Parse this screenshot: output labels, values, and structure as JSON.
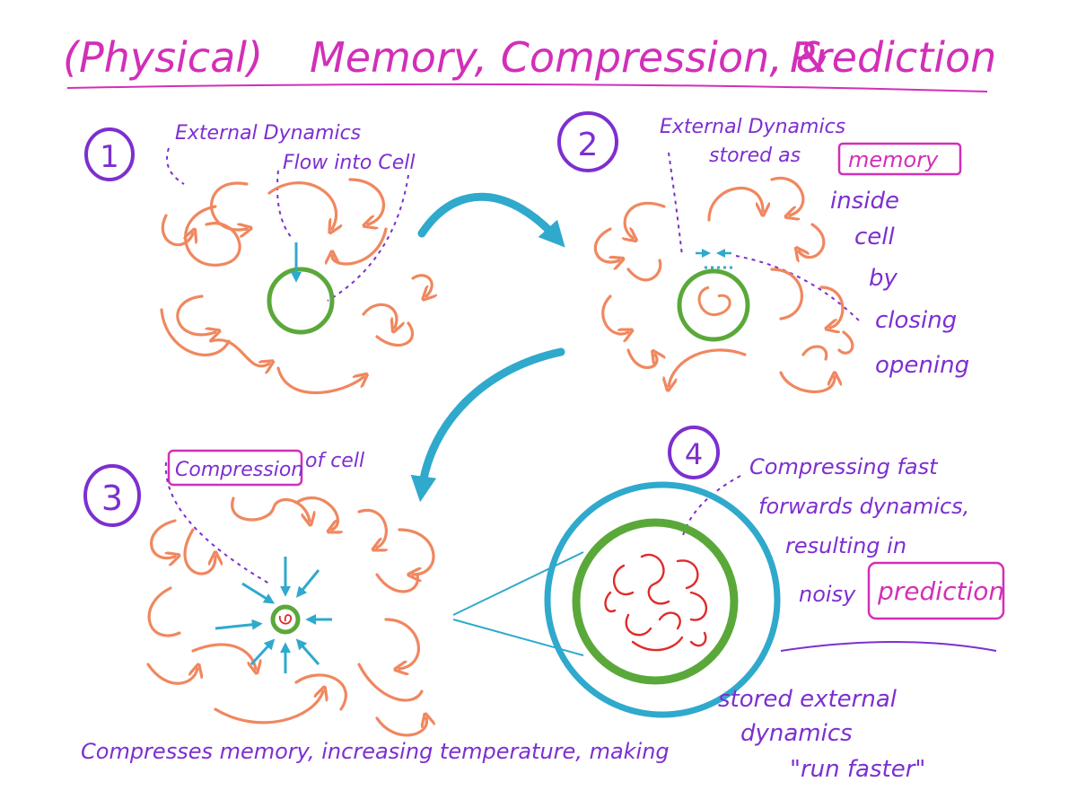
{
  "title": {
    "prefix": "(Physical)",
    "main": "Memory, Compression, &",
    "emph": "Prediction"
  },
  "colors": {
    "magenta": "#d22fb8",
    "purple": "#7d2fd0",
    "orange": "#f0875f",
    "blue": "#2fa9cc",
    "green": "#5aa83a",
    "red": "#df2b2b"
  },
  "panels": {
    "p1": {
      "number": "1",
      "label_line1": "External Dynamics",
      "label_line2": "Flow into Cell"
    },
    "p2": {
      "number": "2",
      "label_line1": "External Dynamics",
      "label_stored": "stored as",
      "memory": "memory",
      "side_words": [
        "inside",
        "cell",
        "by",
        "closing",
        "opening"
      ]
    },
    "p3": {
      "number": "3",
      "compression": "Compression",
      "of_cell": "of cell",
      "caption": "Compresses memory, increasing temperature, making"
    },
    "p4": {
      "number": "4",
      "lines": [
        "Compressing fast",
        "forwards dynamics,",
        "resulting in"
      ],
      "noisy": "noisy",
      "prediction": "prediction",
      "stored_line1": "stored external",
      "stored_line2": "dynamics",
      "stored_line3": "\"run faster\""
    }
  }
}
